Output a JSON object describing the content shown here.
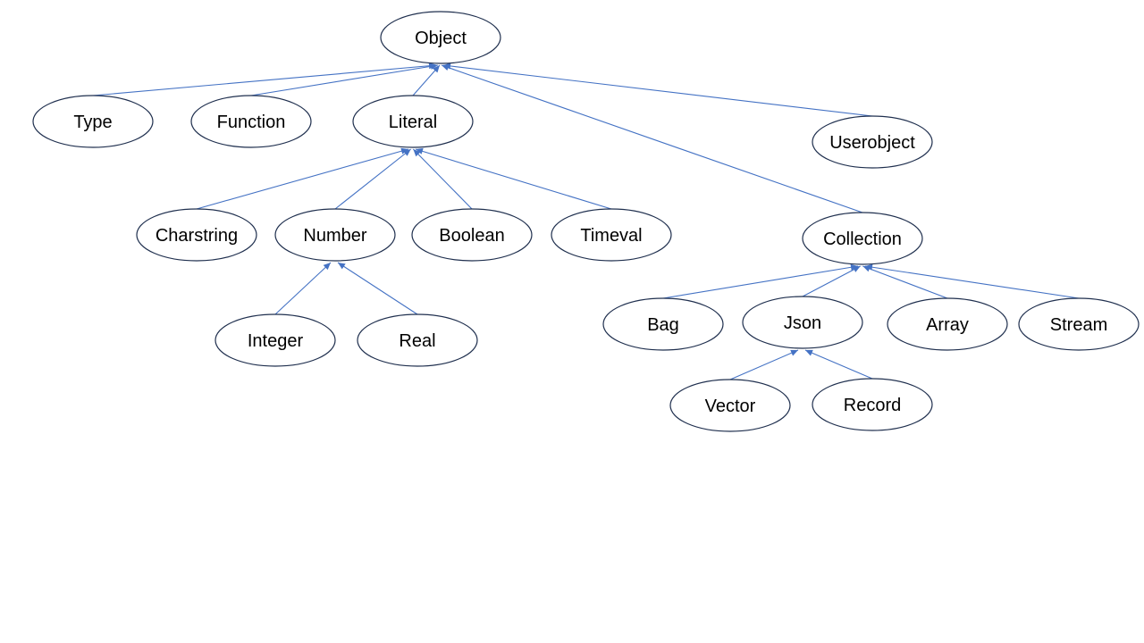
{
  "colors": {
    "edge": "#4472c4",
    "node_outline": "#1f2f4e",
    "text": "#000000",
    "background": "#ffffff"
  },
  "nodes": [
    {
      "id": "object",
      "label": "Object"
    },
    {
      "id": "type",
      "label": "Type"
    },
    {
      "id": "function",
      "label": "Function"
    },
    {
      "id": "literal",
      "label": "Literal"
    },
    {
      "id": "userobject",
      "label": "Userobject"
    },
    {
      "id": "charstring",
      "label": "Charstring"
    },
    {
      "id": "number",
      "label": "Number"
    },
    {
      "id": "boolean",
      "label": "Boolean"
    },
    {
      "id": "timeval",
      "label": "Timeval"
    },
    {
      "id": "collection",
      "label": "Collection"
    },
    {
      "id": "integer",
      "label": "Integer"
    },
    {
      "id": "real",
      "label": "Real"
    },
    {
      "id": "bag",
      "label": "Bag"
    },
    {
      "id": "json",
      "label": "Json"
    },
    {
      "id": "array",
      "label": "Array"
    },
    {
      "id": "stream",
      "label": "Stream"
    },
    {
      "id": "vector",
      "label": "Vector"
    },
    {
      "id": "record",
      "label": "Record"
    }
  ],
  "edges": [
    {
      "from": "type",
      "to": "object"
    },
    {
      "from": "function",
      "to": "object"
    },
    {
      "from": "literal",
      "to": "object"
    },
    {
      "from": "collection",
      "to": "object"
    },
    {
      "from": "userobject",
      "to": "object"
    },
    {
      "from": "charstring",
      "to": "literal"
    },
    {
      "from": "number",
      "to": "literal"
    },
    {
      "from": "boolean",
      "to": "literal"
    },
    {
      "from": "timeval",
      "to": "literal"
    },
    {
      "from": "integer",
      "to": "number"
    },
    {
      "from": "real",
      "to": "number"
    },
    {
      "from": "bag",
      "to": "collection"
    },
    {
      "from": "json",
      "to": "collection"
    },
    {
      "from": "array",
      "to": "collection"
    },
    {
      "from": "stream",
      "to": "collection"
    },
    {
      "from": "vector",
      "to": "json"
    },
    {
      "from": "record",
      "to": "json"
    }
  ]
}
